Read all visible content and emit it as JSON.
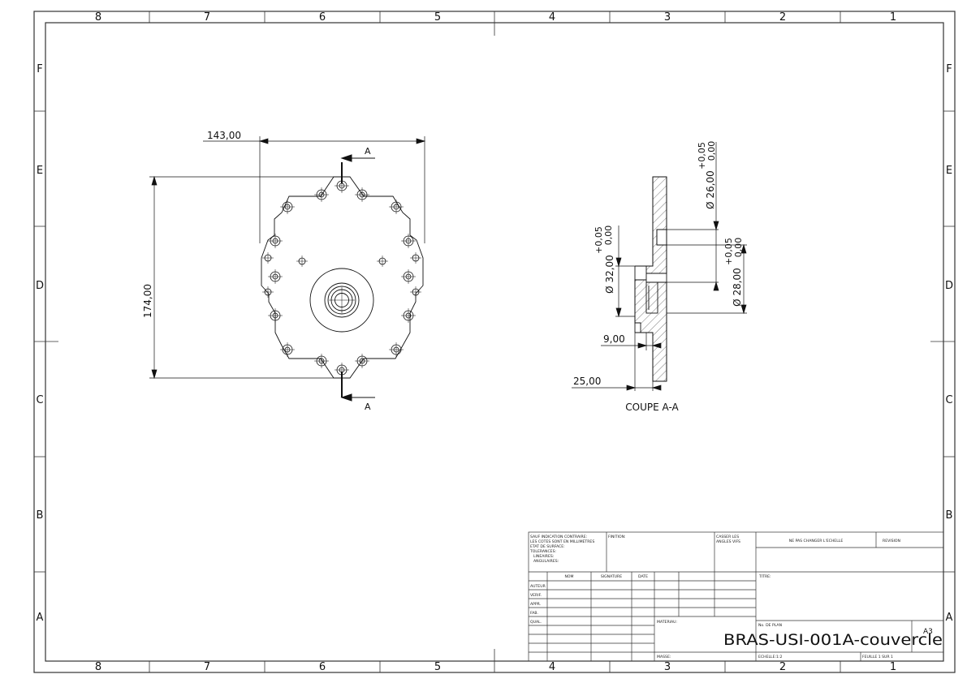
{
  "border": {
    "col_labels": [
      "8",
      "7",
      "6",
      "5",
      "4",
      "3",
      "2",
      "1"
    ],
    "row_labels": [
      "F",
      "E",
      "D",
      "C",
      "B",
      "A"
    ]
  },
  "front_view": {
    "dim_width": "143,00",
    "dim_height": "174,00",
    "section_label_top": "A",
    "section_label_bottom": "A"
  },
  "section_view": {
    "caption": "COUPE A-A",
    "dim_dia_26_tol_plus": "+0,05",
    "dim_dia_26_tol_zero": "0,00",
    "dim_dia_26": "Ø 26,00",
    "dim_dia_32_tol_plus": "+0,05",
    "dim_dia_32_tol_zero": "0,00",
    "dim_dia_32": "Ø 32,00",
    "dim_dia_28_tol_plus": "+0,05",
    "dim_dia_28_tol_zero": "0,00",
    "dim_dia_28": "Ø 28,00",
    "dim_9": "9,00",
    "dim_25": "25,00"
  },
  "title_block": {
    "general_notes_1": "SAUF INDICATION CONTRAIRE:",
    "general_notes_2": "LES COTES SONT EN MILLIMETRES",
    "general_notes_3": "ETAT DE SURFACE:",
    "general_notes_4": "TOLERANCES:",
    "general_notes_5": "LINEAIRES:",
    "general_notes_6": "ANGULAIRES:",
    "finish_label": "FINITION:",
    "edges_label_1": "CASSER LES",
    "edges_label_2": "ANGLES VIFS",
    "scale_warning": "NE PAS CHANGER L'ECHELLE",
    "revision_label": "REVISION",
    "col_nom": "NOM",
    "col_signature": "SIGNATURE",
    "col_date": "DATE",
    "row_auteur": "AUTEUR",
    "row_verif": "VERIF.",
    "row_appr": "APPR.",
    "row_fab": "FAB.",
    "row_qual": "QUAL.",
    "title_label": "TITRE:",
    "material_label": "MATERIAU:",
    "drawing_no_label": "No. DE PLAN",
    "drawing_number": "BRAS-USI-001A-couvercle",
    "sheet_size": "A3",
    "mass_label": "MASSE:",
    "scale_label": "ECHELLE:1:2",
    "sheet_label": "FEUILLE 1 SUR 1"
  }
}
